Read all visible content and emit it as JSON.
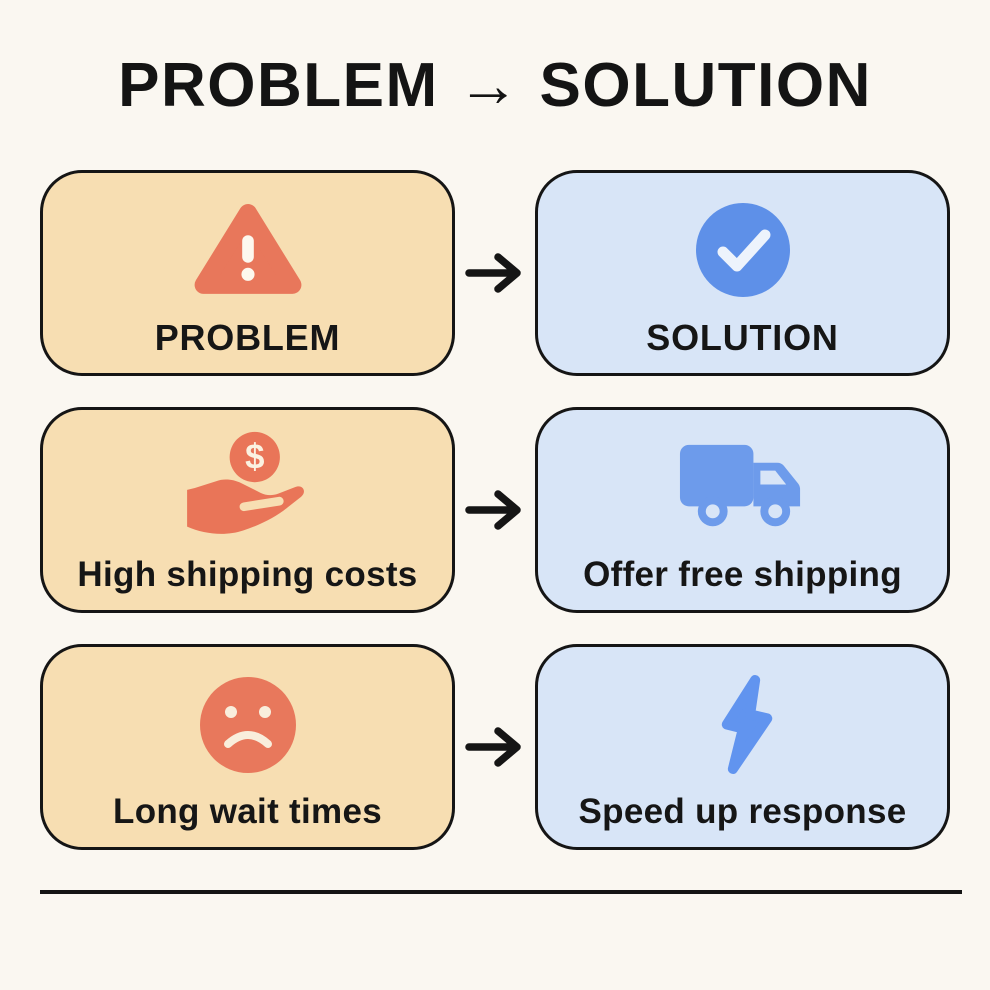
{
  "title": "PROBLEM → SOLUTION",
  "arrow_symbol": "→",
  "money_icon_symbol": "$",
  "colors": {
    "background": "#FAF7F1",
    "problem_card_fill": "#F7DEB2",
    "solution_card_fill": "#D8E5F7",
    "card_border": "#151515",
    "problem_icon": "#E97558",
    "solution_icon": "#6D9BEB",
    "text": "#141414"
  },
  "rows": [
    {
      "problem": {
        "icon": "warning-triangle-icon",
        "label": "PROBLEM"
      },
      "solution": {
        "icon": "check-circle-icon",
        "label": "SOLUTION"
      }
    },
    {
      "problem": {
        "icon": "money-hand-icon",
        "label": "High shipping costs"
      },
      "solution": {
        "icon": "delivery-truck-icon",
        "label": "Offer free shipping"
      }
    },
    {
      "problem": {
        "icon": "sad-face-icon",
        "label": "Long wait times"
      },
      "solution": {
        "icon": "lightning-bolt-icon",
        "label": "Speed up response"
      }
    }
  ]
}
